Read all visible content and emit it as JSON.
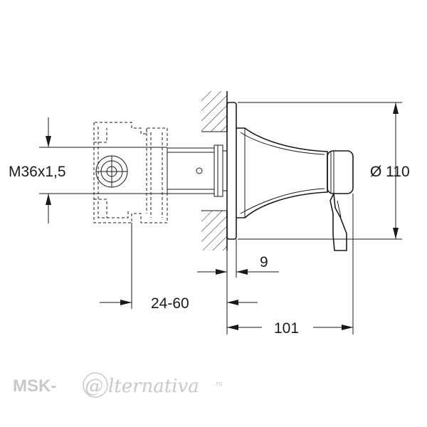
{
  "dimensions": {
    "thread": "M36x1,5",
    "diameter": "Ø 110",
    "rosette_thickness": "9",
    "wall_depth": "24-60",
    "total_depth": "101"
  },
  "watermark": {
    "brand": "MSK-",
    "at_symbol": "@",
    "script": "lternativa",
    "tld": ".ru"
  }
}
